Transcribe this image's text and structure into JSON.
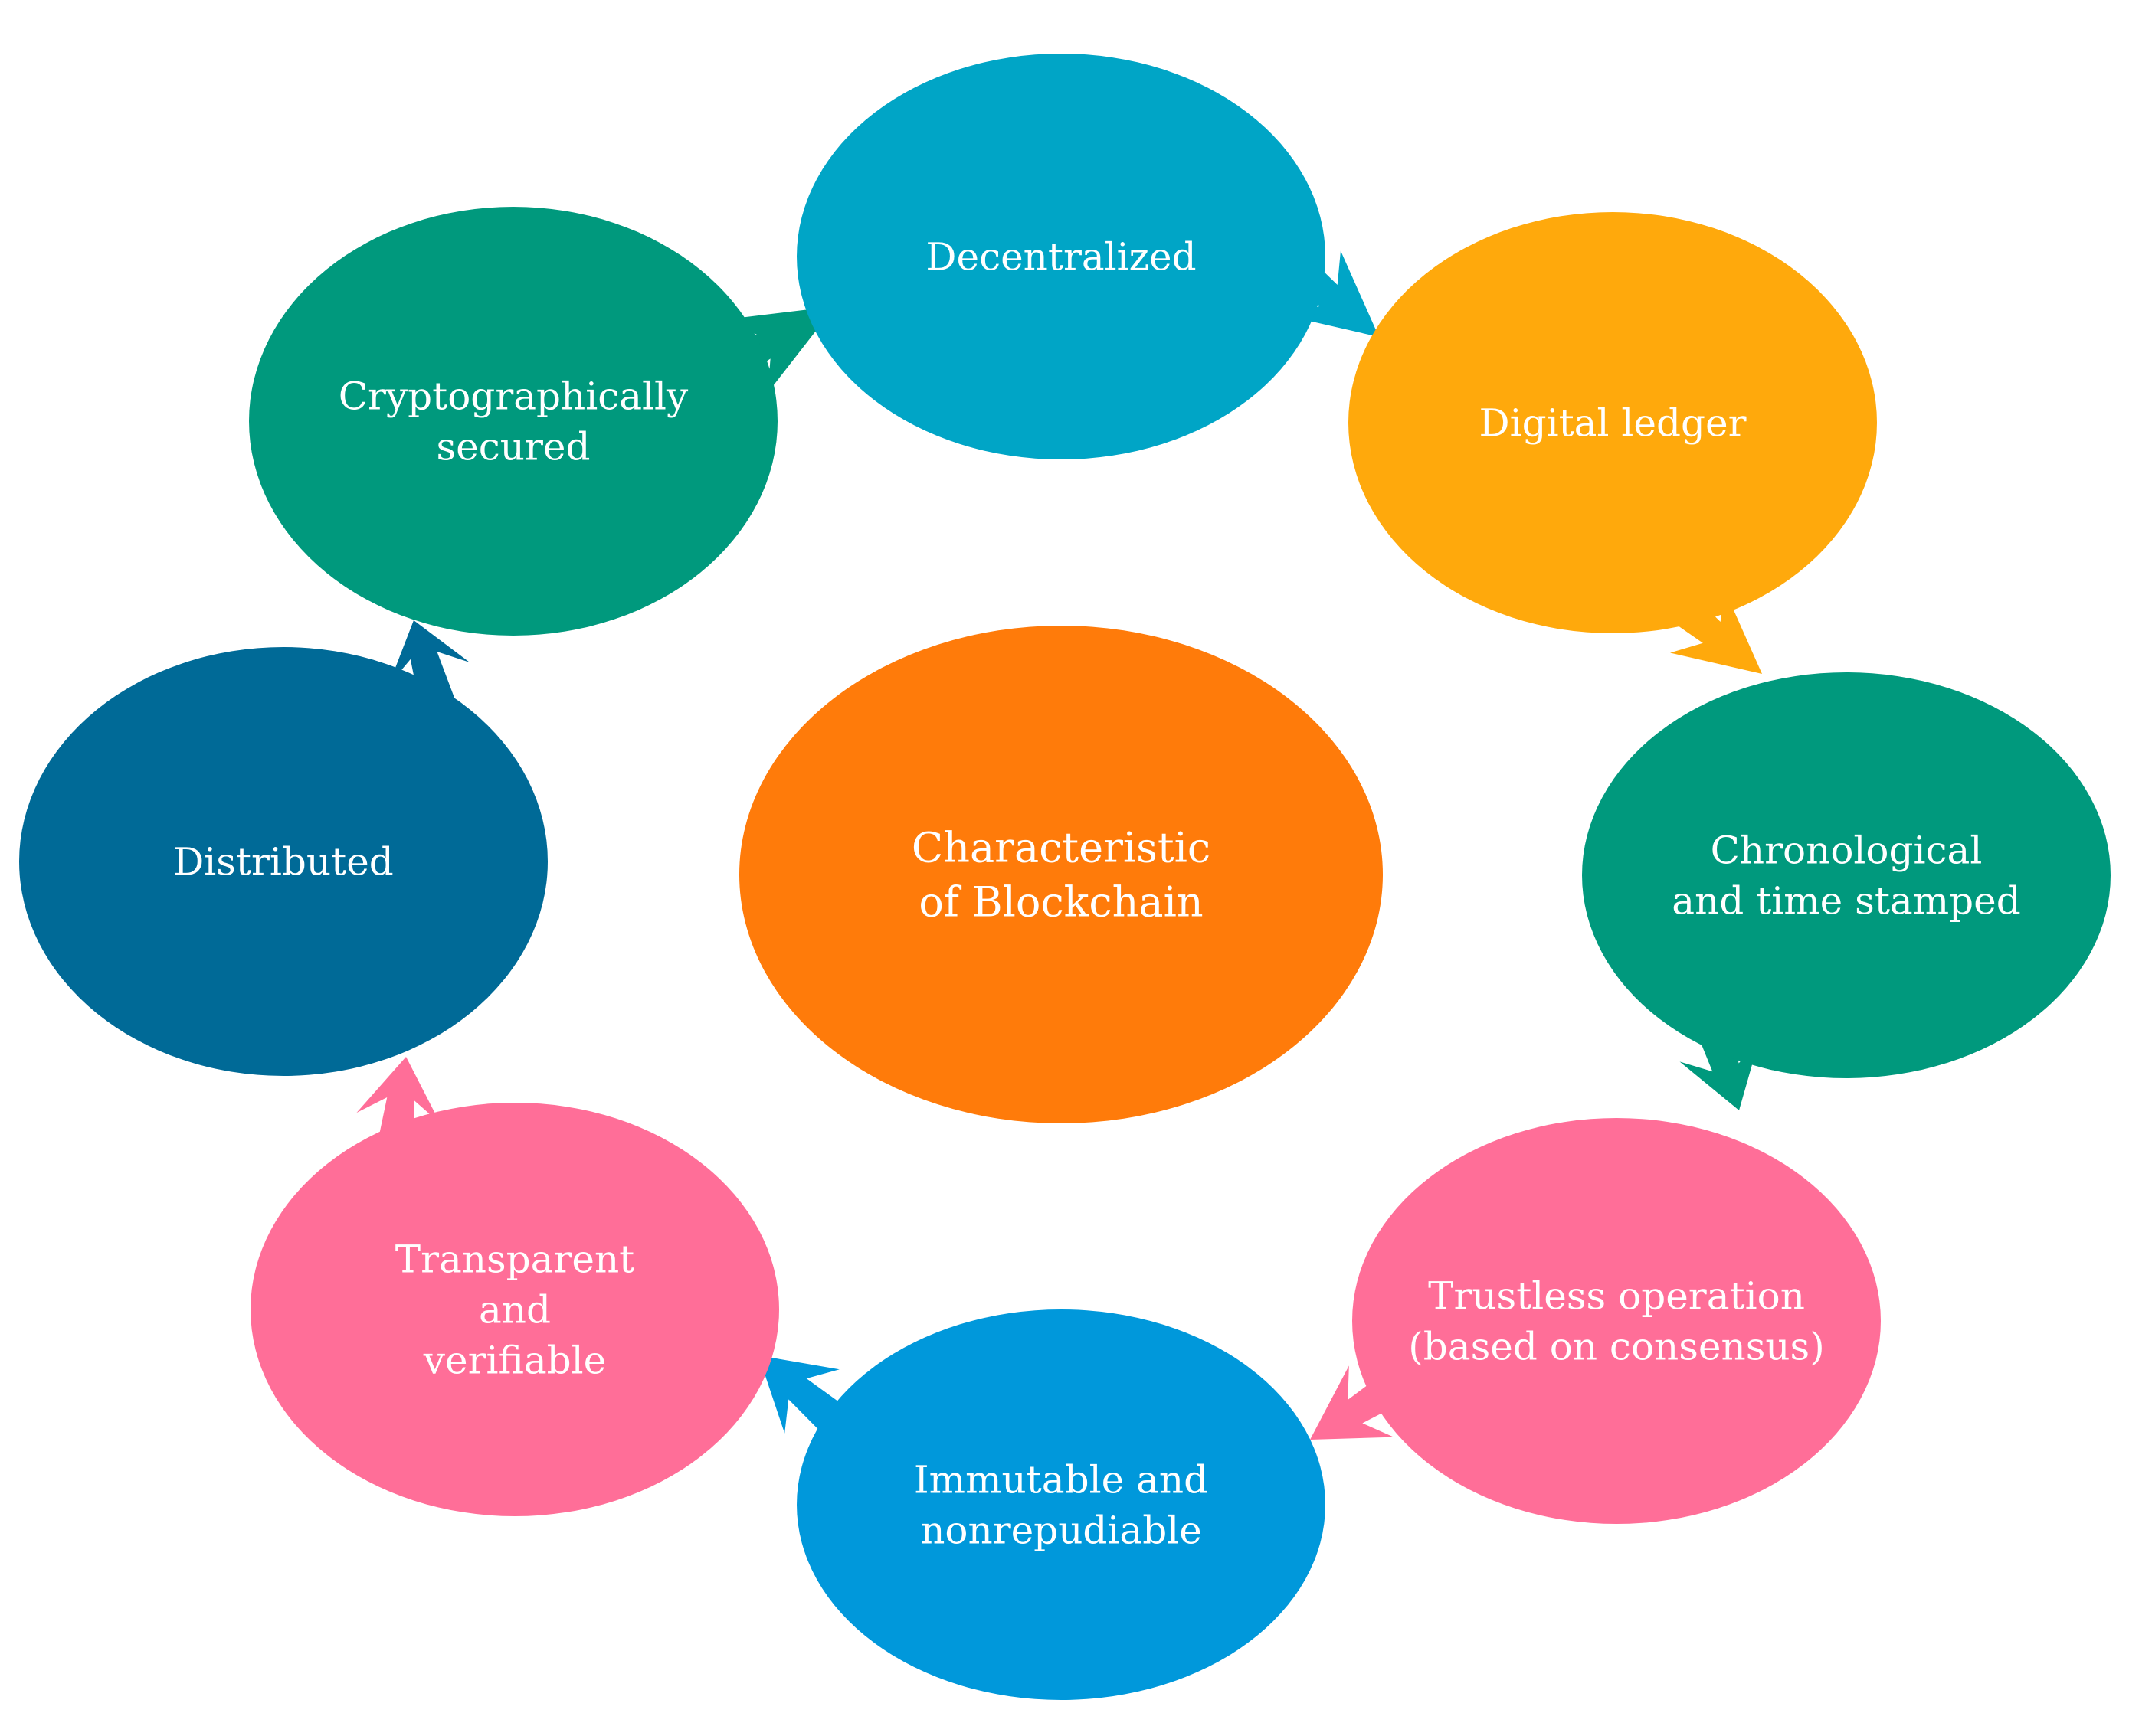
{
  "center": {
    "lines": [
      "Characteristic",
      "of Blockchain"
    ],
    "color": "#FF7B0A"
  },
  "nodes": [
    {
      "id": "decentralized",
      "lines": [
        "Decentralized"
      ],
      "color": "#00A5C6"
    },
    {
      "id": "digital-ledger",
      "lines": [
        "Digital ledger"
      ],
      "color": "#FFA90C"
    },
    {
      "id": "chronological",
      "lines": [
        "Chronological",
        "and time stamped"
      ],
      "color": "#00997D"
    },
    {
      "id": "trustless",
      "lines": [
        "Trustless operation",
        "(based on consensus)"
      ],
      "color": "#FF6E98"
    },
    {
      "id": "immutable",
      "lines": [
        "Immutable and",
        "nonrepudiable"
      ],
      "color": "#0098DB"
    },
    {
      "id": "transparent",
      "lines": [
        "Transparent",
        "and",
        "verifiable"
      ],
      "color": "#FF6E98"
    },
    {
      "id": "distributed",
      "lines": [
        "Distributed"
      ],
      "color": "#006A97"
    },
    {
      "id": "cryptographic",
      "lines": [
        "Cryptographically",
        "secured"
      ],
      "color": "#00997D"
    }
  ]
}
